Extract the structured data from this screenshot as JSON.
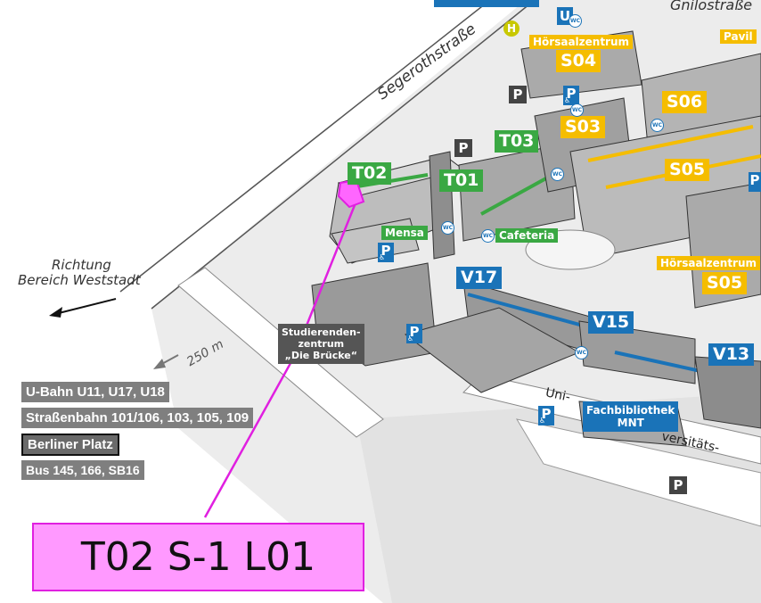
{
  "map": {
    "streets": {
      "segerothstrasse": "Segerothstraße",
      "gniloser": "Gnilostraße",
      "uni_part1": "Uni-",
      "uni_part2": "versitäts-"
    },
    "direction": {
      "line1": "Richtung",
      "line2": "Bereich Weststadt",
      "distance": "250 m"
    },
    "buildings": {
      "t02": "T02",
      "t01": "T01",
      "t03": "T03",
      "mensa": "Mensa",
      "cafeteria": "Cafeteria",
      "hoersaal_s04": "Hörsaalzentrum",
      "s04": "S04",
      "pavillon": "Pavil",
      "s06": "S06",
      "s03": "S03",
      "s05": "S05",
      "hoersaal_s05": "Hörsaalzentrum",
      "s05b": "S05",
      "v17": "V17",
      "v15": "V15",
      "v13": "V13",
      "studierenden_1": "Studierenden-",
      "studierenden_2": "zentrum",
      "studierenden_3": "„Die Brücke“",
      "fachbib_1": "Fachbibliothek",
      "fachbib_2": "MNT"
    },
    "symbols": {
      "parking": "P",
      "ubahn": "U",
      "haltestelle": "H",
      "wc": "WC"
    },
    "transit": {
      "ubahn": "U-Bahn U11, U17, U18",
      "tram": "Straßenbahn 101/106, 103, 105, 109",
      "stop": "Berliner Platz",
      "bus": "Bus 145, 166, SB16"
    },
    "callout": "T02 S-1 L01",
    "colors": {
      "green": "#3aa843",
      "yellow": "#f5bd00",
      "blue": "#1a73b8",
      "marker": "#e020e0",
      "callout_fill": "#ff99ff"
    }
  }
}
